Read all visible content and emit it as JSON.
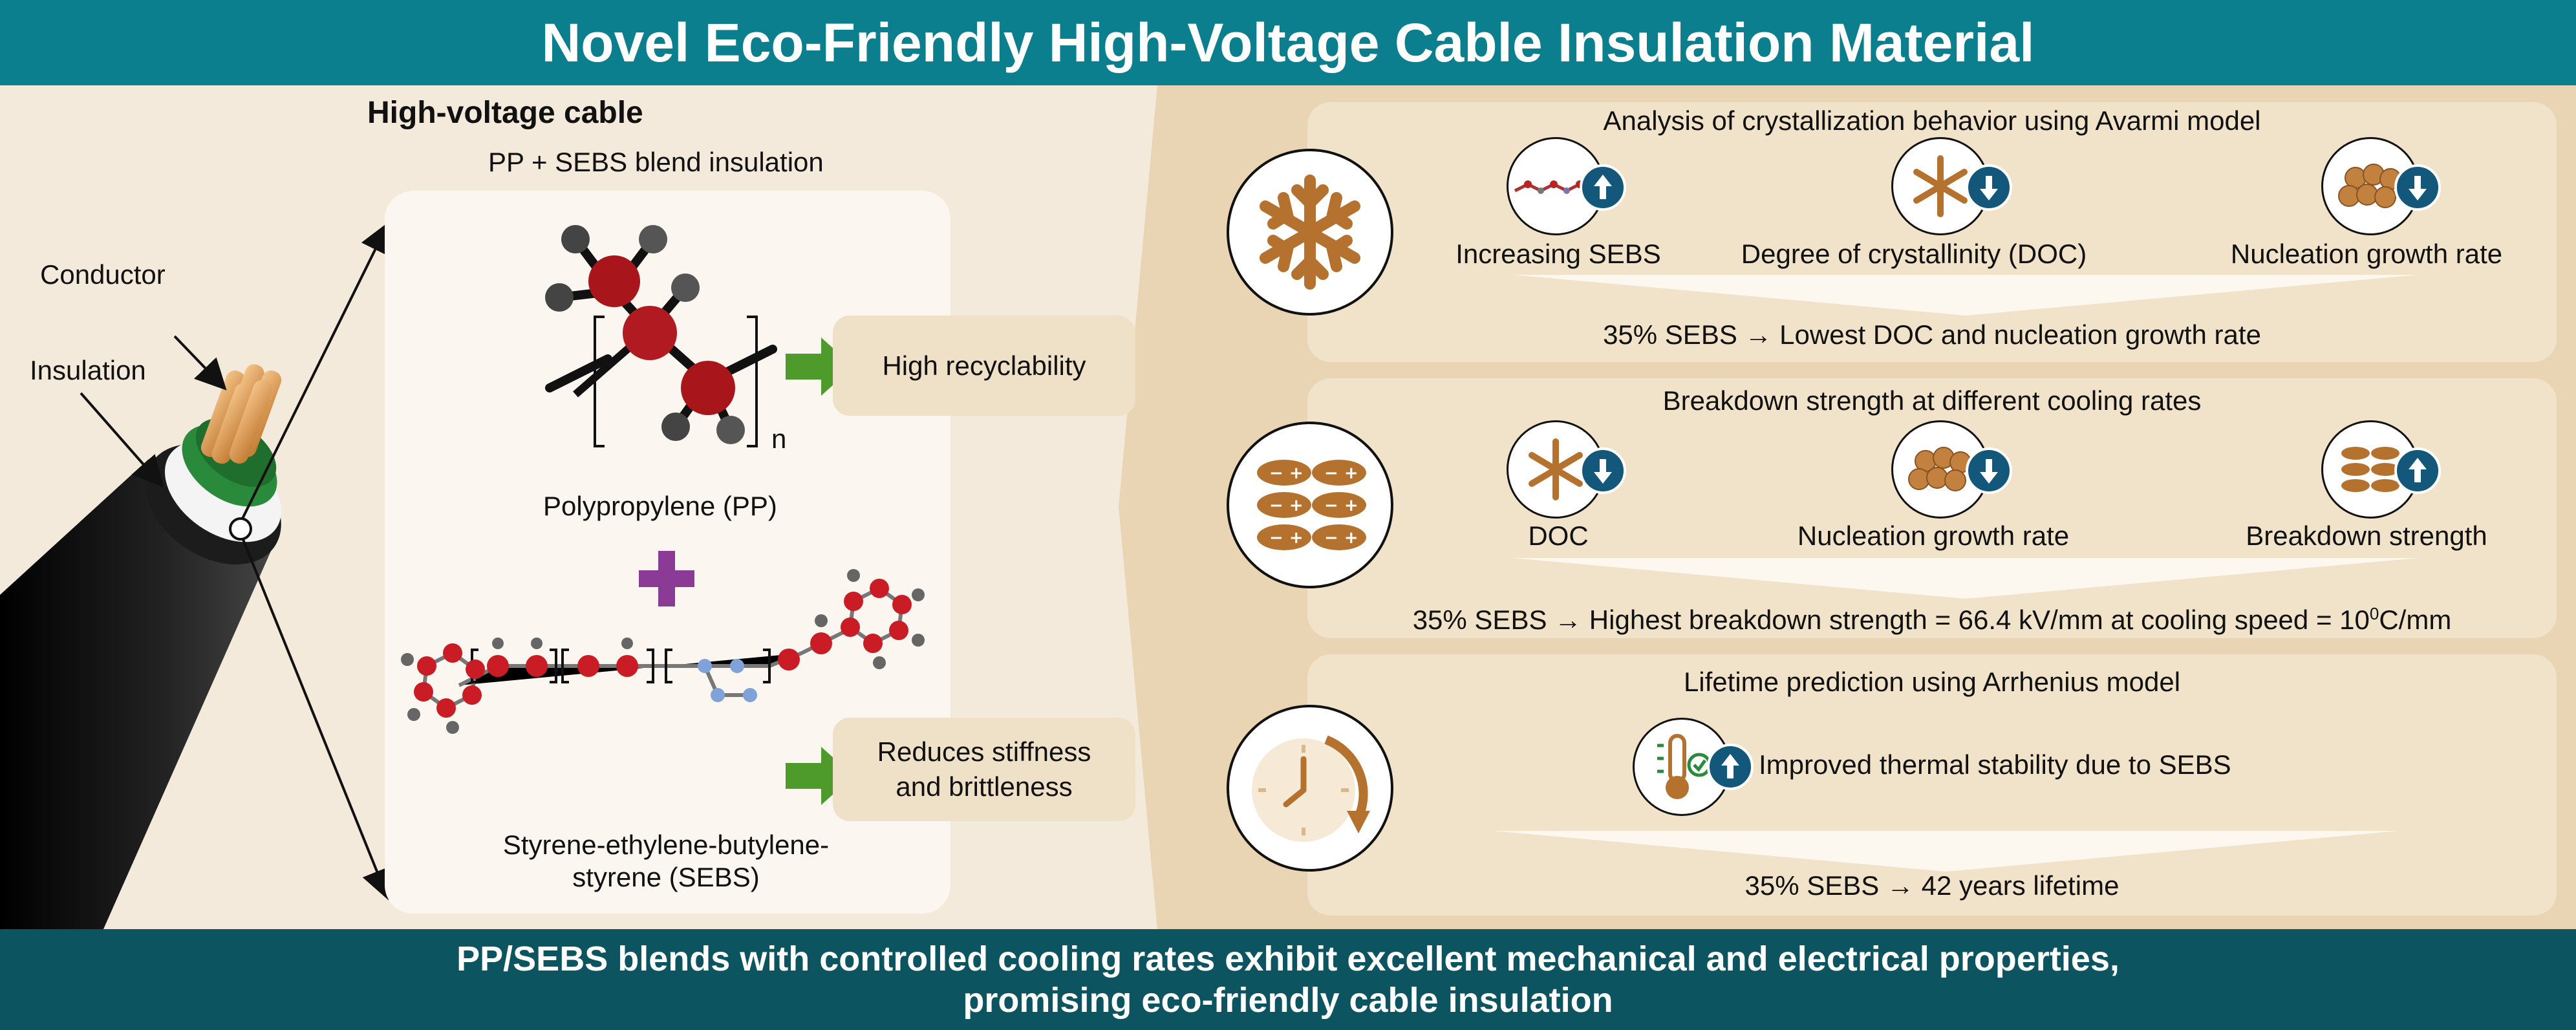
{
  "header": {
    "title": "Novel Eco-Friendly High-Voltage Cable Insulation Material"
  },
  "cable": {
    "title": "High-voltage cable",
    "subtitle": "PP + SEBS blend insulation",
    "conductor_label": "Conductor",
    "insulation_label": "Insulation"
  },
  "materials": {
    "pp_name": "Polypropylene (PP)",
    "pp_subscript": "n",
    "pp_property": "High recyclability",
    "sebs_name_line1": "Styrene-ethylene-butylene-",
    "sebs_name_line2": "styrene (SEBS)",
    "sebs_property_line1": "Reduces stiffness",
    "sebs_property_line2": "and brittleness"
  },
  "panels": {
    "crystallization": {
      "title": "Analysis of crystallization behavior using Avarmi model",
      "items": [
        "Increasing SEBS",
        "Degree of crystallinity (DOC)",
        "Nucleation growth rate"
      ],
      "conclusion": "35% SEBS → Lowest DOC and nucleation growth rate"
    },
    "breakdown": {
      "title": "Breakdown strength at different cooling rates",
      "items": [
        "DOC",
        "Nucleation growth rate",
        "Breakdown strength"
      ],
      "conclusion_pre": "35% SEBS → Highest breakdown strength = 66.4 kV/mm at cooling speed = 10",
      "conclusion_sup": "0",
      "conclusion_post": "C/mm"
    },
    "lifetime": {
      "title": "Lifetime prediction using Arrhenius model",
      "item": "Improved thermal stability due to SEBS",
      "conclusion": "35% SEBS → 42 years lifetime"
    }
  },
  "footer": {
    "line1": "PP/SEBS blends with controlled cooling rates exhibit excellent mechanical and electrical properties,",
    "line2": "promising eco-friendly cable insulation"
  },
  "colors": {
    "header": "#0c7f8e",
    "footer": "#0c5460",
    "arrow_green": "#4e9a2b",
    "plus_purple": "#8b3a96",
    "badge_blue": "#13587a",
    "bronze": "#b5722e"
  }
}
